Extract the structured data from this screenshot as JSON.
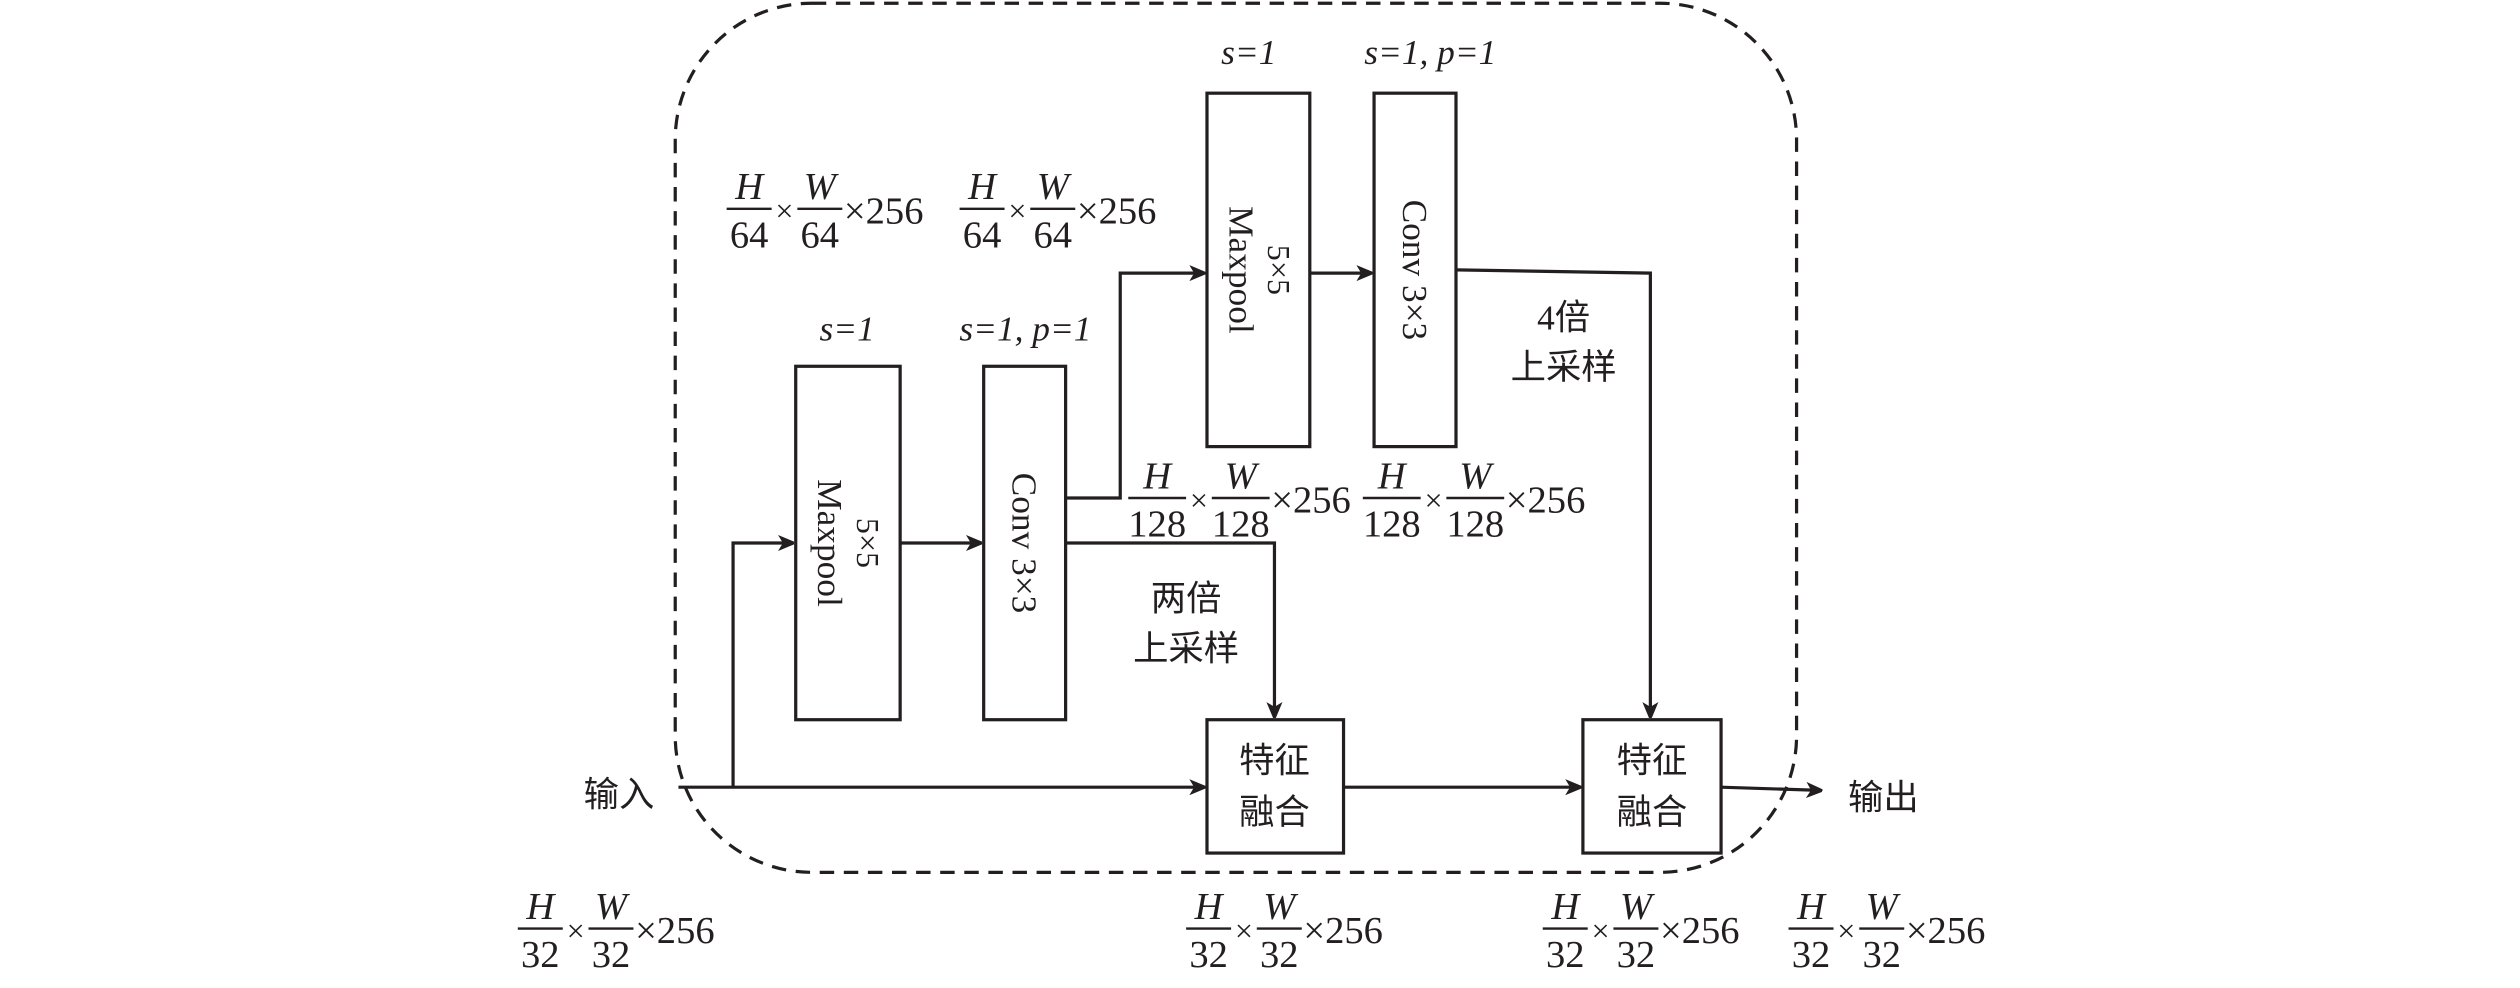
{
  "diagram": {
    "input_label": "输入",
    "output_label": "输出",
    "blocks": {
      "maxpool1": {
        "line1": "5×5",
        "line2": "Maxpool",
        "param": "s=1"
      },
      "conv1": {
        "line1": "Conv 3×3",
        "param": "s=1, p=1"
      },
      "maxpool2": {
        "line1": "5×5",
        "line2": "Maxpool",
        "param": "s=1"
      },
      "conv2": {
        "line1": "Conv 3×3",
        "param": "s=1, p=1"
      },
      "fusion1": {
        "line1": "特征",
        "line2": "融合"
      },
      "fusion2": {
        "line1": "特征",
        "line2": "融合"
      }
    },
    "edge_labels": {
      "upsample2x": {
        "line1": "两倍",
        "line2": "上采样"
      },
      "upsample4x": {
        "line1": "4倍",
        "line2": "上采样"
      }
    },
    "dims": {
      "top_left_1": {
        "h_den": "64",
        "w_den": "64",
        "channels": "×256"
      },
      "top_left_2": {
        "h_den": "64",
        "w_den": "64",
        "channels": "×256"
      },
      "mid_1": {
        "h_den": "128",
        "w_den": "128",
        "channels": "×256"
      },
      "mid_2": {
        "h_den": "128",
        "w_den": "128",
        "channels": "×256"
      },
      "input": {
        "h_den": "32",
        "w_den": "32",
        "channels": "×256"
      },
      "fusion1_out": {
        "h_den": "32",
        "w_den": "32",
        "channels": "×256"
      },
      "fusion2_out": {
        "h_den": "32",
        "w_den": "32",
        "channels": "×256"
      },
      "output": {
        "h_den": "32",
        "w_den": "32",
        "channels": "×256"
      }
    },
    "symbols": {
      "H": "H",
      "W": "W",
      "times": "×"
    }
  }
}
